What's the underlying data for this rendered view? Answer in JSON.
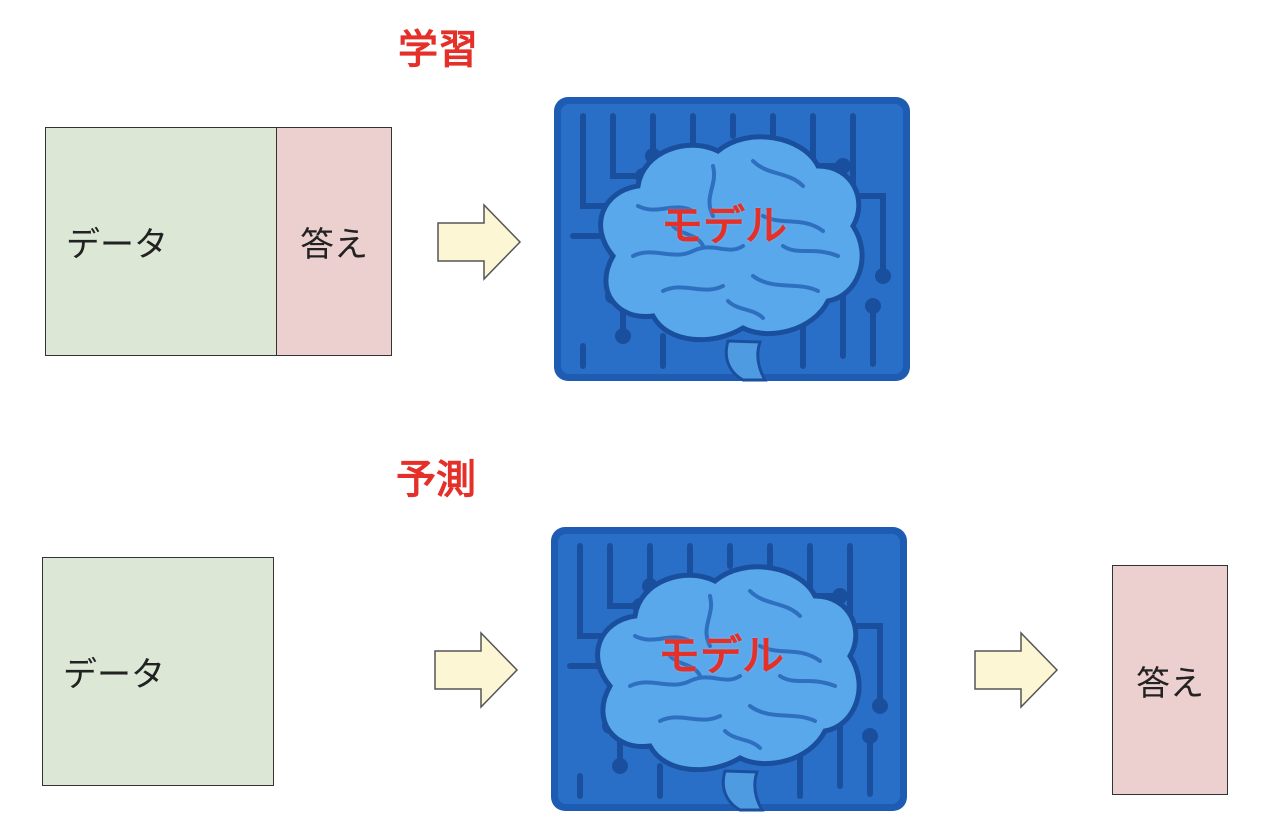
{
  "colors": {
    "heading": "#e5302a",
    "data_fill": "#dce8d5",
    "answer_fill": "#ecd0cf",
    "arrow_fill": "#fdf6d4",
    "board_blue": "#1e5cb3",
    "brain_blue": "#5aa8ec"
  },
  "learning": {
    "heading": "学習",
    "data_label": "データ",
    "answer_label": "答え",
    "model_label": "モデル"
  },
  "prediction": {
    "heading": "予測",
    "data_label": "データ",
    "model_label": "モデル",
    "answer_label": "答え"
  },
  "icons": [
    "arrow-right-icon",
    "brain-circuit-icon"
  ]
}
